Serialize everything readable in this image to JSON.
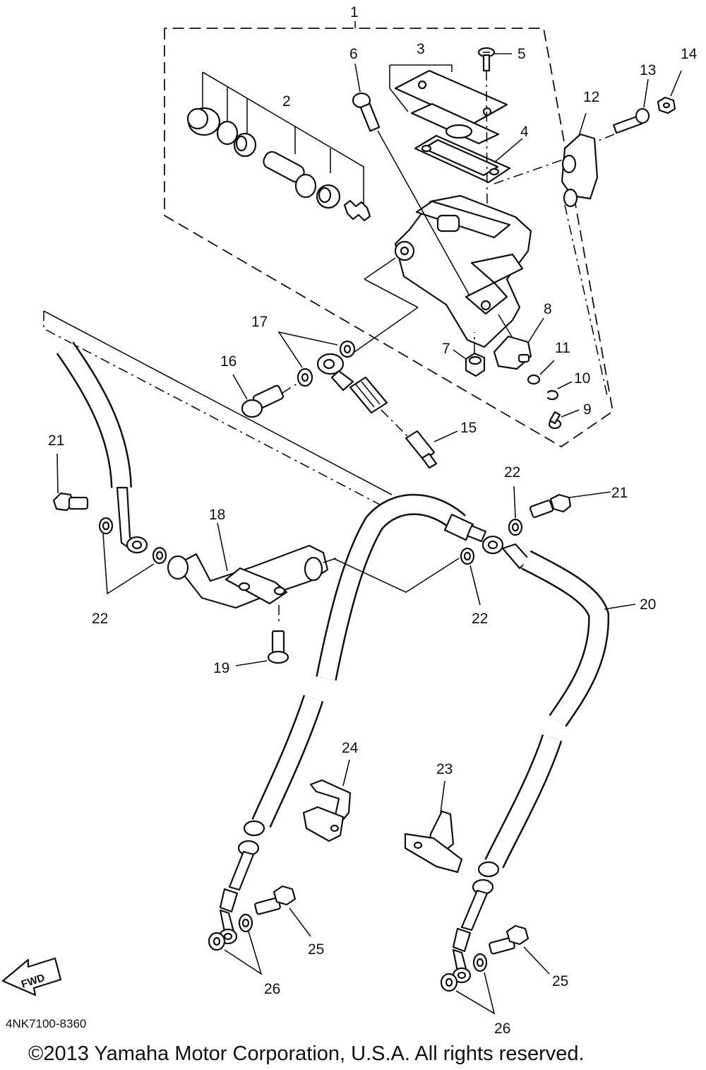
{
  "callouts": [
    {
      "id": "1",
      "label": "1"
    },
    {
      "id": "2",
      "label": "2"
    },
    {
      "id": "3",
      "label": "3"
    },
    {
      "id": "4",
      "label": "4"
    },
    {
      "id": "5",
      "label": "5"
    },
    {
      "id": "6",
      "label": "6"
    },
    {
      "id": "7",
      "label": "7"
    },
    {
      "id": "8",
      "label": "8"
    },
    {
      "id": "9",
      "label": "9"
    },
    {
      "id": "10",
      "label": "10"
    },
    {
      "id": "11",
      "label": "11"
    },
    {
      "id": "12",
      "label": "12"
    },
    {
      "id": "13",
      "label": "13"
    },
    {
      "id": "14",
      "label": "14"
    },
    {
      "id": "15",
      "label": "15"
    },
    {
      "id": "16",
      "label": "16"
    },
    {
      "id": "17",
      "label": "17"
    },
    {
      "id": "18",
      "label": "18"
    },
    {
      "id": "19",
      "label": "19"
    },
    {
      "id": "20",
      "label": "20"
    },
    {
      "id": "21a",
      "label": "21"
    },
    {
      "id": "21b",
      "label": "21"
    },
    {
      "id": "22a",
      "label": "22"
    },
    {
      "id": "22b",
      "label": "22"
    },
    {
      "id": "22c",
      "label": "22"
    },
    {
      "id": "23",
      "label": "23"
    },
    {
      "id": "24",
      "label": "24"
    },
    {
      "id": "25a",
      "label": "25"
    },
    {
      "id": "25b",
      "label": "25"
    },
    {
      "id": "26a",
      "label": "26"
    },
    {
      "id": "26b",
      "label": "26"
    }
  ],
  "fwd_arrow": {
    "label": "FWD",
    "icon": "fwd-arrow-icon"
  },
  "diagram_code": "4NK7100-8360",
  "copyright": "©2013 Yamaha Motor Corporation, U.S.A. All rights reserved."
}
